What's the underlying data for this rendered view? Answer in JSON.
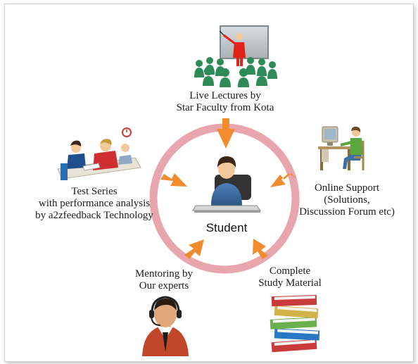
{
  "center": {
    "label": "Student"
  },
  "nodes": {
    "lectures": {
      "line1": "Live Lectures by",
      "line2": "Star Faculty from Kota",
      "icon": "lecture-room-icon"
    },
    "support": {
      "line1": "Online Support",
      "line2": "(Solutions,",
      "line3": "Discussion Forum etc)",
      "icon": "computer-user-icon"
    },
    "material": {
      "line1": "Complete",
      "line2": "Study Material",
      "icon": "book-stack-icon"
    },
    "mentoring": {
      "line1": "Mentoring by",
      "line2": "Our experts",
      "icon": "headset-expert-icon"
    },
    "tests": {
      "line1": "Test Series",
      "line2": "with performance analysis",
      "line3": "by a2zfeedback Technology",
      "icon": "exam-students-icon"
    }
  },
  "colors": {
    "ring": "#e9a5ad",
    "arrow": "#f08c2e",
    "lecturer": "#e2231a",
    "audience": "#2e8b57"
  }
}
